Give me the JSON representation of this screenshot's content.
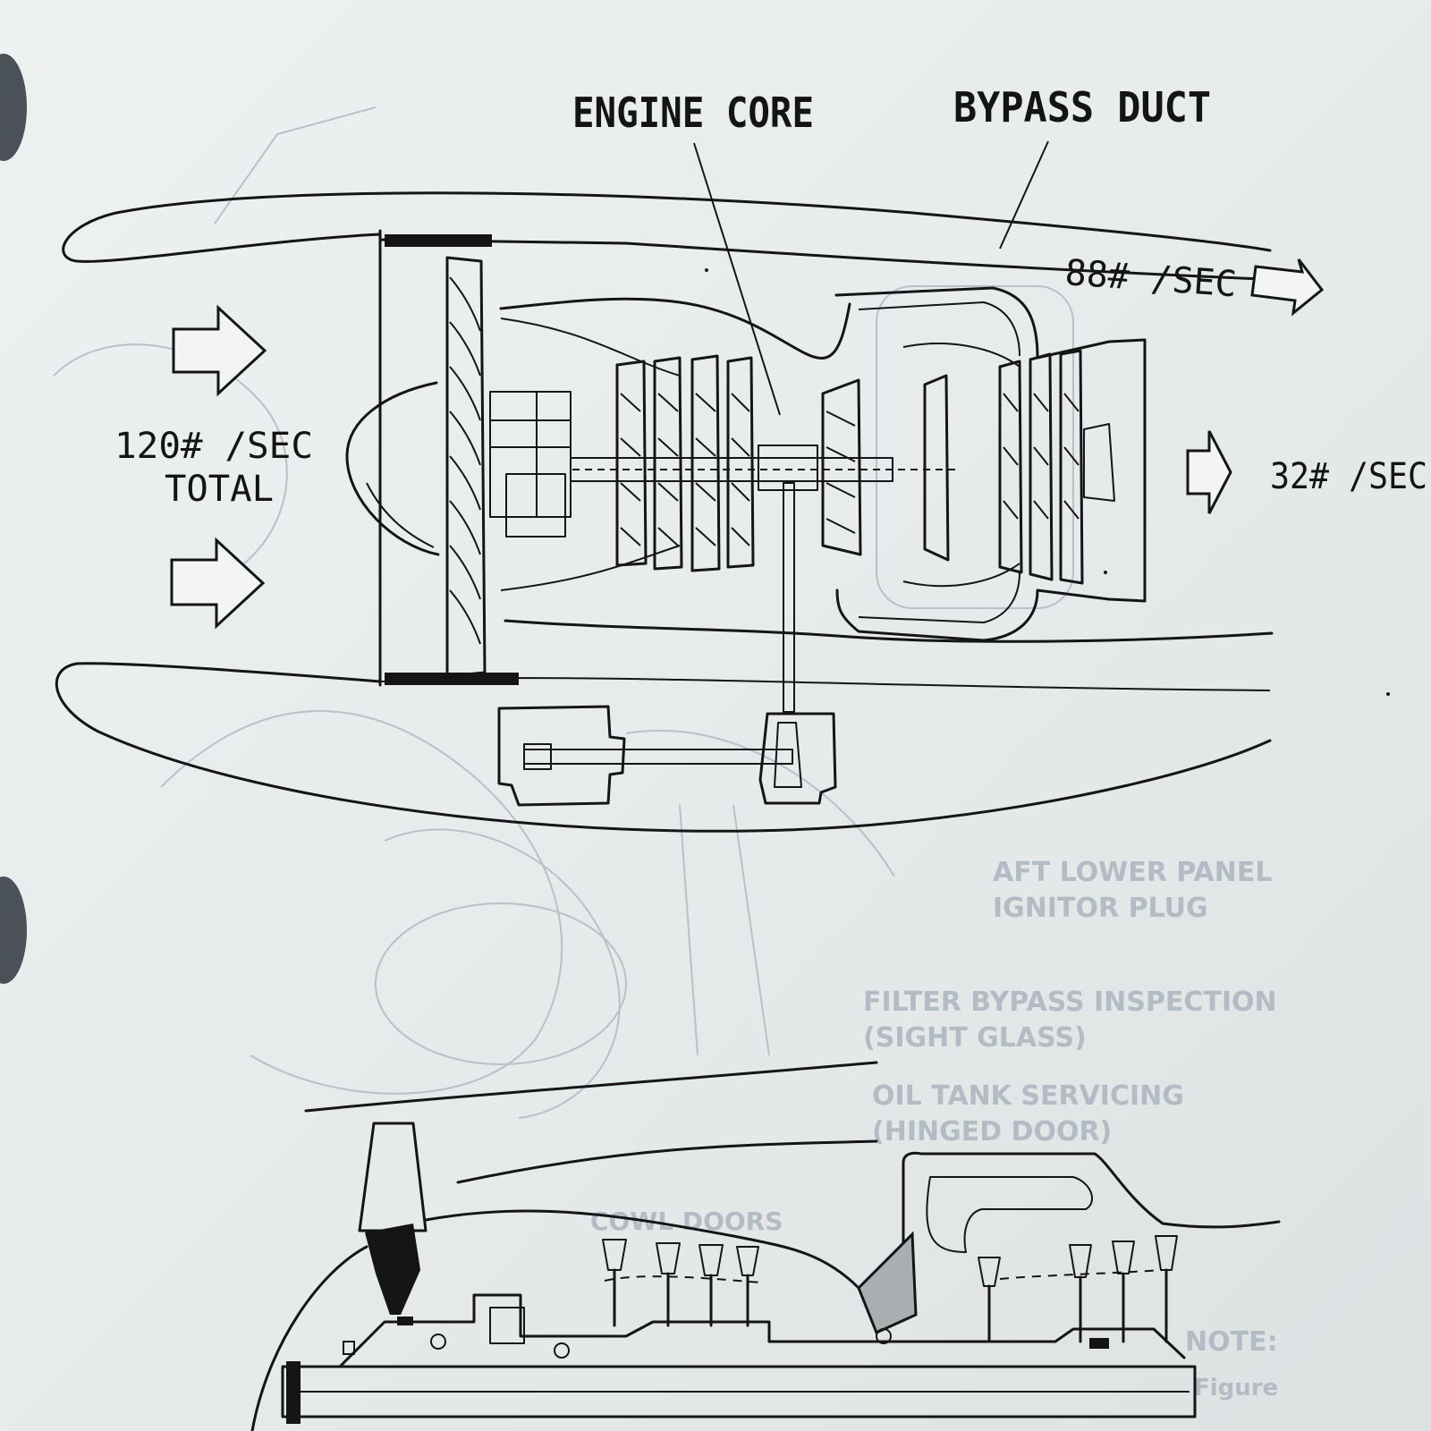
{
  "callouts": {
    "engine_core": "ENGINE CORE",
    "bypass_duct": "BYPASS DUCT"
  },
  "flows": {
    "bypass": "88# /SEC",
    "total_value": "120# /SEC",
    "total_word": "TOTAL",
    "core_exit": "32# /SEC"
  },
  "bleed_through": {
    "line1": "AFT LOWER PANEL",
    "line2": "IGNITOR PLUG",
    "line3": "FILTER BYPASS INSPECTION",
    "line4": "(SIGHT GLASS)",
    "line5": "OIL TANK SERVICING",
    "line6": "(HINGED DOOR)",
    "line7": "COWL DOORS",
    "line8": "NOTE:",
    "line9": "Figure"
  },
  "colors": {
    "ink": "#151515",
    "paper": "#eaeded",
    "bleed": "#b3bcc4"
  }
}
